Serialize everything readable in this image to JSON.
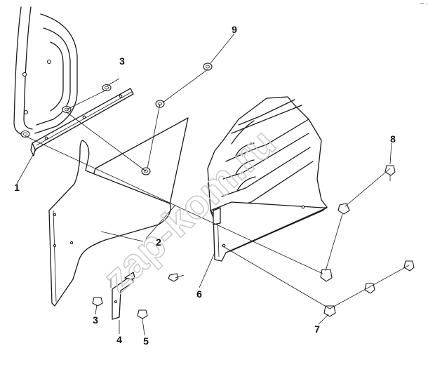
{
  "watermark": "zap-kom.ru",
  "corner_mark": "∼ -",
  "callouts": [
    {
      "id": "1",
      "label": "1"
    },
    {
      "id": "2",
      "label": "2"
    },
    {
      "id": "3a",
      "label": "3"
    },
    {
      "id": "3b",
      "label": "3"
    },
    {
      "id": "4",
      "label": "4"
    },
    {
      "id": "5",
      "label": "5"
    },
    {
      "id": "6",
      "label": "6"
    },
    {
      "id": "7",
      "label": "7"
    },
    {
      "id": "8",
      "label": "8"
    },
    {
      "id": "9",
      "label": "9"
    }
  ]
}
